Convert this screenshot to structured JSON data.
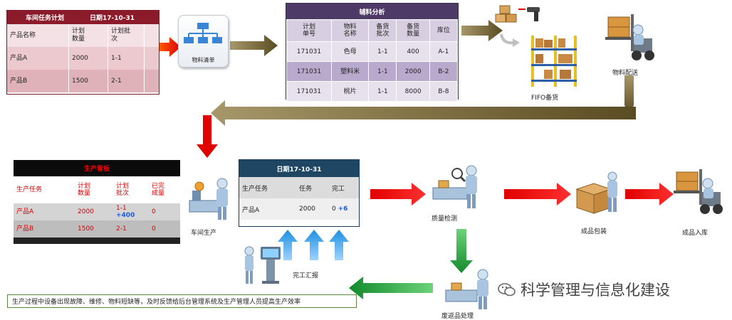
{
  "workshop_task_table": {
    "title": "车间任务计划",
    "date": "日期17-10-31",
    "headers": [
      "产品名称",
      "计划\n数量",
      "计划批\n次"
    ],
    "rows": [
      [
        "产品A",
        "2000",
        "1-1"
      ],
      [
        "产品B",
        "1500",
        "2-1"
      ]
    ]
  },
  "bom_label": "物料清单",
  "ingredient_analysis_table": {
    "title": "辅料分析",
    "headers": [
      "计划\n单号",
      "物料\n名称",
      "备货\n批次",
      "备货\n数量",
      "库位"
    ],
    "rows": [
      [
        "171031",
        "色母",
        "1-1",
        "400",
        "A-1"
      ],
      [
        "171031",
        "塑料米",
        "1-1",
        "2000",
        "B-2"
      ],
      [
        "171031",
        "桃片",
        "1-1",
        "8000",
        "B-8"
      ]
    ]
  },
  "fifo_label": "FIFO备货",
  "material_delivery_label": "物料配送",
  "production_kanban": {
    "title": "生产看板",
    "headers": [
      "生产任务",
      "计划\n数量",
      "计划\n批次",
      "已完\n成量"
    ],
    "rows": [
      [
        "产品A",
        "2000",
        "1-1",
        "0"
      ],
      [
        "产品B",
        "1500",
        "2-1",
        "0"
      ]
    ],
    "increment": "+400"
  },
  "workshop_production_label": "车间生产",
  "completion_table": {
    "title": "日期17-10-31",
    "headers": [
      "生产任务",
      "任务",
      "完工"
    ],
    "rows": [
      [
        "产品A",
        "2000",
        "0"
      ]
    ],
    "increment": "+6"
  },
  "completion_report_label": "完工汇报",
  "quality_inspection_label": "质量检测",
  "finished_packaging_label": "成品包装",
  "finished_storage_label": "成品入库",
  "scrap_rework_label": "废返品处理",
  "note_text": "生产过程中设备出现故障、维修、物料短缺等，及时反馈给后台管理系统及生产管理人员提高生产效率",
  "brand_text": "科学管理与信息化建设",
  "colors": {
    "red_arrow": "#e00000",
    "green_arrow": "#1f9a3a",
    "olive_arrow": "#6b5d2f",
    "blue_arrow": "#1e8fe0"
  }
}
